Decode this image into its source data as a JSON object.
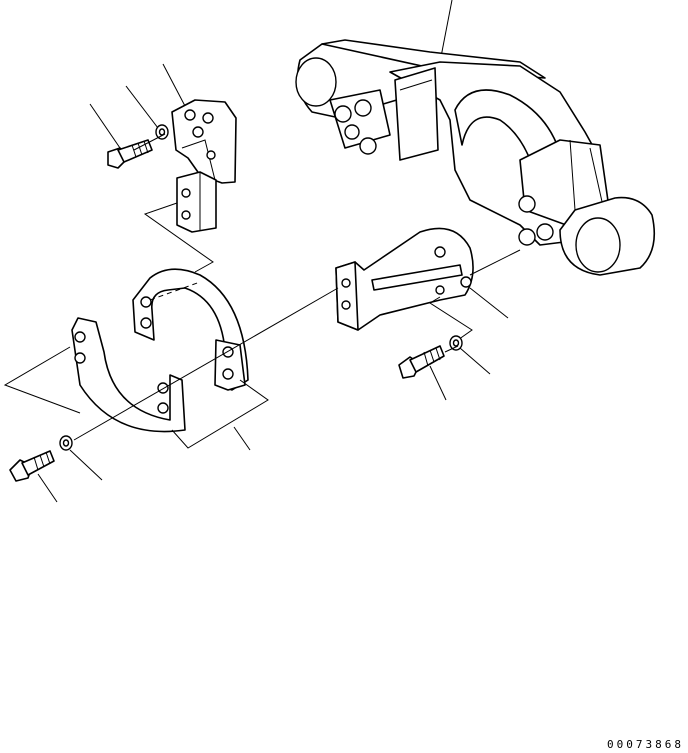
{
  "drawing": {
    "number": "00073868"
  },
  "parts": [
    {
      "name": "main-bracket"
    },
    {
      "name": "upper-bracket"
    },
    {
      "name": "horseshoe-bracket"
    },
    {
      "name": "center-bracket"
    },
    {
      "name": "bolt"
    },
    {
      "name": "washer"
    }
  ],
  "colors": {
    "line": "#000000",
    "background": "#ffffff"
  }
}
